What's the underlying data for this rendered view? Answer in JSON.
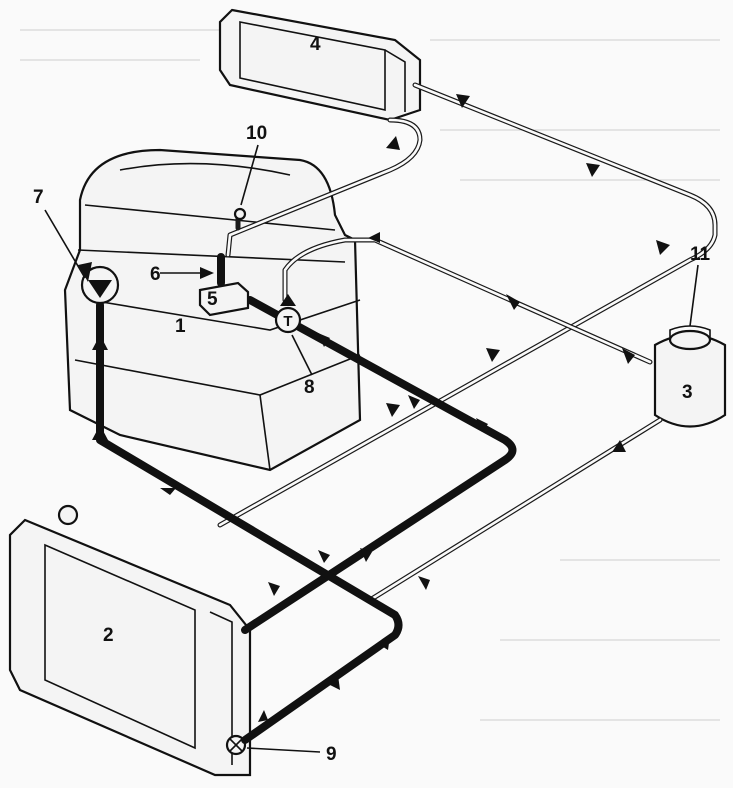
{
  "labels": {
    "engine": "1",
    "radiator": "2",
    "expansion_tank": "3",
    "heater_core": "4",
    "housing": "5",
    "sensor": "6",
    "water_pump": "7",
    "thermostat": "8",
    "drain_plug": "9",
    "valve": "10",
    "tank_cap": "11"
  },
  "symbols": {
    "thermostat": "T"
  }
}
